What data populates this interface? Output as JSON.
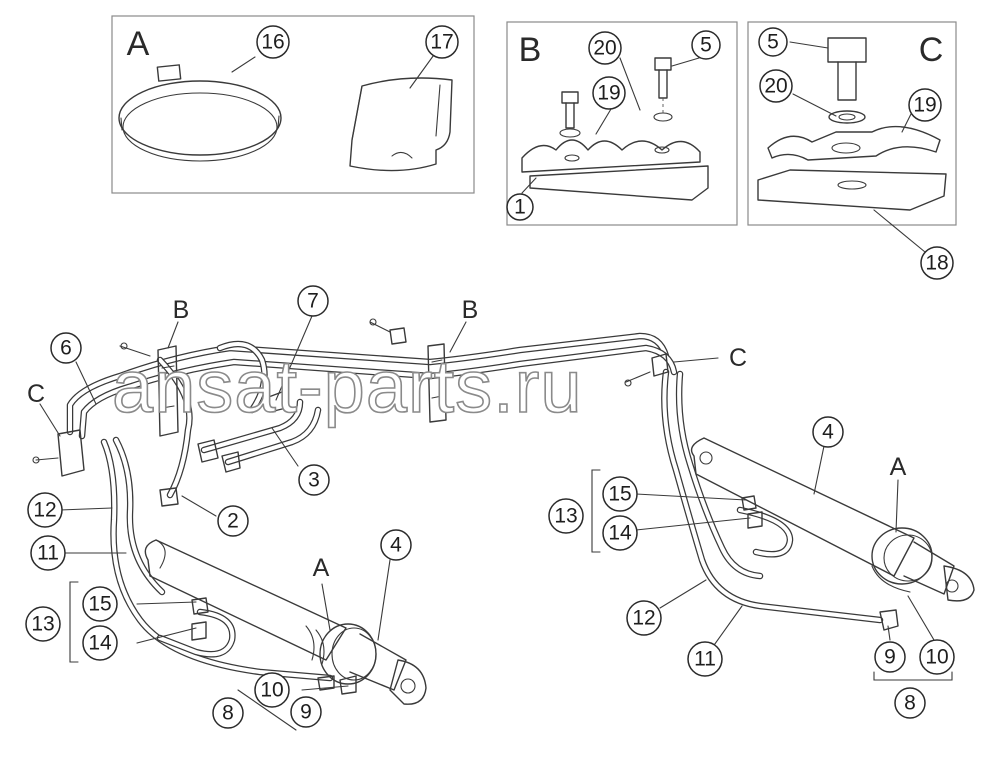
{
  "detail_panels": [
    {
      "letter": "A",
      "parts": [
        "16",
        "17"
      ]
    },
    {
      "letter": "B",
      "parts": [
        "20",
        "5",
        "19",
        "1"
      ]
    },
    {
      "letter": "C",
      "parts": [
        "5",
        "20",
        "19",
        "18"
      ]
    }
  ],
  "view_letters": {
    "B_left": "B",
    "B_right": "B",
    "C_left": "C",
    "C_right": "C",
    "A_left": "A",
    "A_right": "A"
  },
  "callouts": {
    "p16": "16",
    "p17": "17",
    "b20": "20",
    "b5": "5",
    "b19": "19",
    "b1": "1",
    "c5": "5",
    "c20": "20",
    "c19": "19",
    "c18": "18",
    "p7": "7",
    "p6": "6",
    "p3": "3",
    "p2": "2",
    "l12": "12",
    "l11": "11",
    "l13": "13",
    "l15": "15",
    "l14": "14",
    "l4": "4",
    "l10": "10",
    "l9": "9",
    "l8": "8",
    "r4": "4",
    "r13": "13",
    "r15": "15",
    "r14": "14",
    "r12": "12",
    "r11": "11",
    "r9": "9",
    "r10": "10",
    "r8": "8"
  },
  "watermark": "ansat-parts.ru"
}
